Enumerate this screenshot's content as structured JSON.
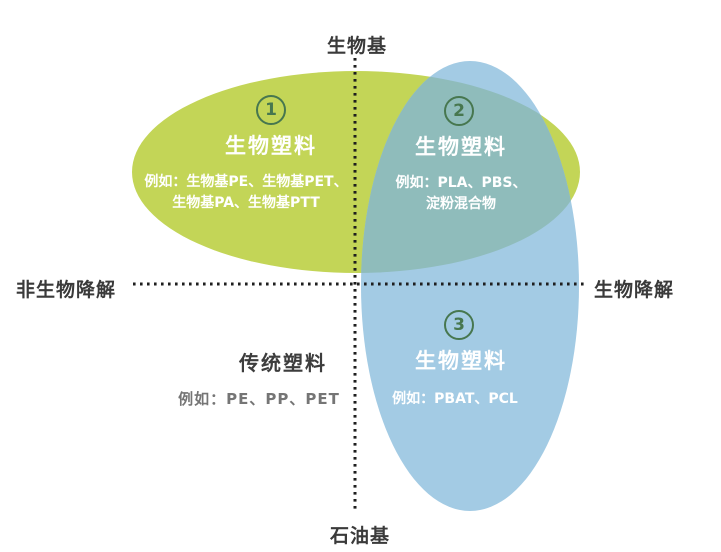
{
  "diagram": {
    "kind": "venn-quadrant",
    "axes": {
      "top": "生物基",
      "bottom": "石油基",
      "left": "非生物降解",
      "right": "生物降解"
    },
    "regions": {
      "green": {
        "number": "1",
        "title": "生物塑料",
        "example_line1": "例如：生物基PE、生物基PET、",
        "example_line2": "生物基PA、生物基PTT"
      },
      "overlap": {
        "number": "2",
        "title": "生物塑料",
        "example_line1": "例如：PLA、PBS、",
        "example_line2": "淀粉混合物"
      },
      "blue": {
        "number": "3",
        "title": "生物塑料",
        "example_line1": "例如：PBAT、PCL"
      },
      "traditional": {
        "title": "传统塑料",
        "example_line1": "例如：PE、PP、PET"
      }
    },
    "colors": {
      "green_ellipse": "#c3d557",
      "blue_ellipse": "#a3cbe4",
      "overlap": "#8fbcbb",
      "dots": "#1e1e1e",
      "circle_stroke": "#47774f",
      "axis_text": "#3a3a3a",
      "quad_title_text": "#3d3d3d",
      "quad_example_text": "#757575"
    }
  }
}
